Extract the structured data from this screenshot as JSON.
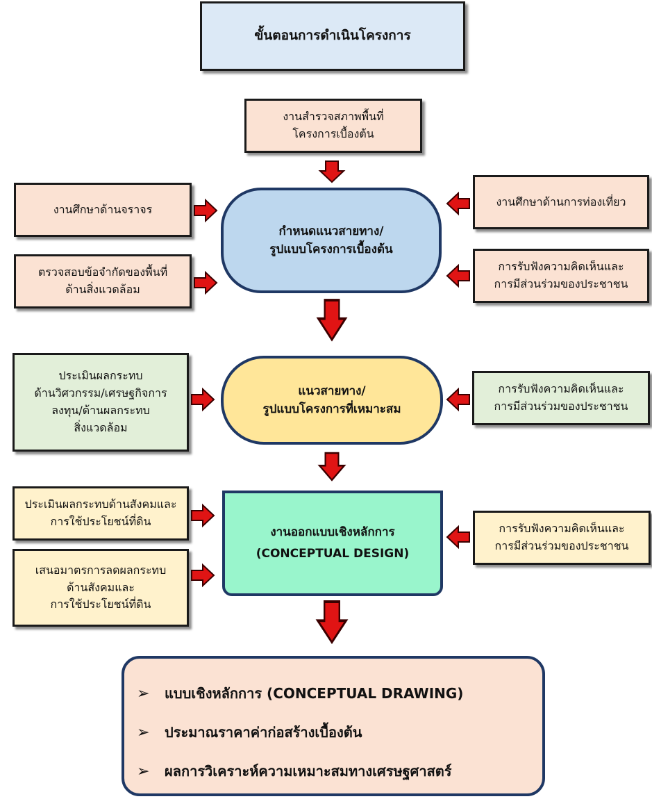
{
  "title": "ขั้นตอนการดำเนินโครงการ",
  "survey": {
    "line1": "งานสำรวจสภาพพื้นที่",
    "line2": "โครงการเบื้องต้น"
  },
  "traffic_study": "งานศึกษาด้านจราจร",
  "tourism_study": "งานศึกษาด้านการท่องเที่ยว",
  "env_check": {
    "line1": "ตรวจสอบข้อจำกัดของพื้นที่",
    "line2": "ด้านสิ่งแวดล้อม"
  },
  "public_hearing_1": {
    "line1": "การรับฟังความคิดเห็นและ",
    "line2": "การมีส่วนร่วมของประชาชน"
  },
  "route_define": {
    "line1": "กำหนดแนวสายทาง/",
    "line2": "รูปแบบโครงการเบื้องต้น"
  },
  "impact_eval": {
    "line1": "ประเมินผลกระทบ",
    "line2": "ด้านวิศวกรรม/เศรษฐกิจการ",
    "line3": "ลงทุน/ด้านผลกระทบ",
    "line4": "สิ่งแวดล้อม"
  },
  "route_suitable": {
    "line1": "แนวสายทาง/",
    "line2": "รูปแบบโครงการที่เหมาะสม"
  },
  "public_hearing_2": {
    "line1": "การรับฟังความคิดเห็นและ",
    "line2": "การมีส่วนร่วมของประชาชน"
  },
  "social_eval": {
    "line1": "ประเมินผลกระทบด้านสังคมและ",
    "line2": "การใช้ประโยชน์ที่ดิน"
  },
  "mitigation": {
    "line1": "เสนอมาตรการลดผลกระทบ",
    "line2": "ด้านสังคมและ",
    "line3": "การใช้ประโยชน์ที่ดิน"
  },
  "conceptual_design": {
    "line1": "งานออกแบบเชิงหลักการ",
    "line2": "(CONCEPTUAL DESIGN)"
  },
  "public_hearing_3": {
    "line1": "การรับฟังความคิดเห็นและ",
    "line2": "การมีส่วนร่วมของประชาชน"
  },
  "results": [
    "แบบเชิงหลักการ (CONCEPTUAL DRAWING)",
    "ประมาณราคาค่าก่อสร้างเบื้องต้น",
    "ผลการวิเคราะห์ความเหมาะสมทางเศรษฐศาสตร์"
  ],
  "colors": {
    "arrow": "#e01414",
    "border": "#1f3864"
  }
}
